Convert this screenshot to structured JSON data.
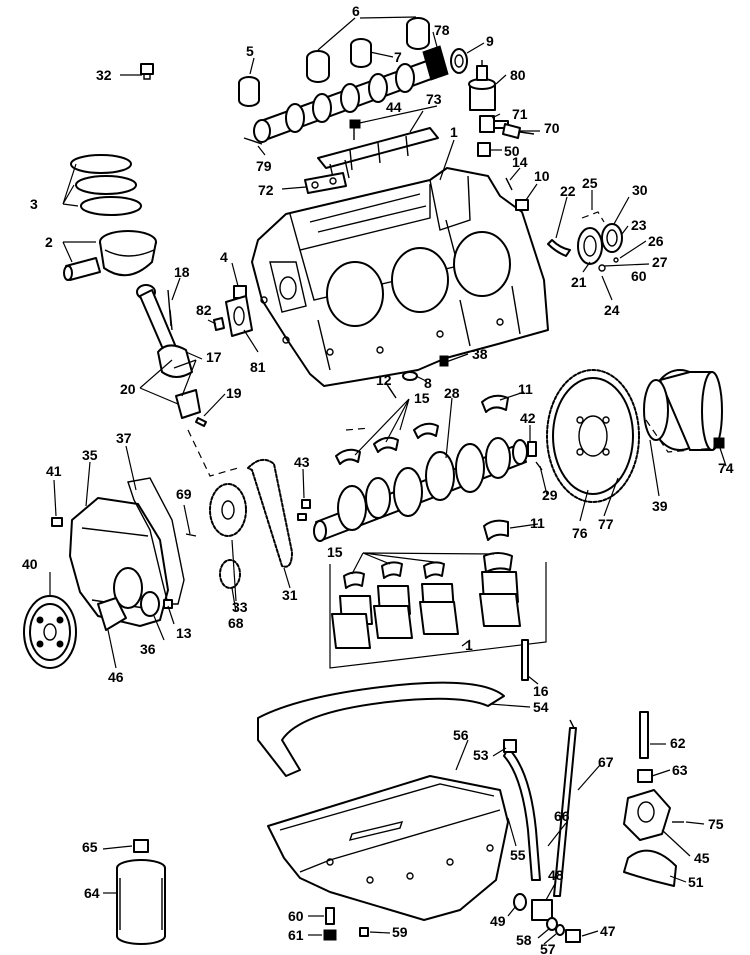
{
  "colors": {
    "ink": "#000000",
    "paper": "#ffffff"
  },
  "callouts": {
    "c1a": "1",
    "c1b": "1",
    "c2": "2",
    "c3": "3",
    "c4": "4",
    "c5": "5",
    "c6": "6",
    "c7": "7",
    "c8": "8",
    "c9": "9",
    "c10": "10",
    "c11a": "11",
    "c11b": "11",
    "c12": "12",
    "c13": "13",
    "c14": "14",
    "c15a": "15",
    "c15b": "15",
    "c16": "16",
    "c17": "17",
    "c18": "18",
    "c19": "19",
    "c20": "20",
    "c21": "21",
    "c22": "22",
    "c23": "23",
    "c24": "24",
    "c25": "25",
    "c26": "26",
    "c27": "27",
    "c28": "28",
    "c29": "29",
    "c30": "30",
    "c31": "31",
    "c32": "32",
    "c33": "33",
    "c35": "35",
    "c36": "36",
    "c37": "37",
    "c38": "38",
    "c39": "39",
    "c40": "40",
    "c41": "41",
    "c42": "42",
    "c43": "43",
    "c44": "44",
    "c45": "45",
    "c46": "46",
    "c47": "47",
    "c48": "48",
    "c49": "49",
    "c50": "50",
    "c51": "51",
    "c53": "53",
    "c54": "54",
    "c55": "55",
    "c56": "56",
    "c57": "57",
    "c58": "58",
    "c59": "59",
    "c60a": "60",
    "c60b": "60",
    "c61": "61",
    "c62": "62",
    "c63": "63",
    "c64": "64",
    "c65": "65",
    "c66": "66",
    "c67": "67",
    "c68": "68",
    "c69": "69",
    "c70": "70",
    "c71": "71",
    "c72": "72",
    "c73": "73",
    "c74": "74",
    "c75": "75",
    "c76": "76",
    "c77": "77",
    "c78": "78",
    "c79": "79",
    "c80": "80",
    "c81": "81",
    "c82": "82"
  }
}
